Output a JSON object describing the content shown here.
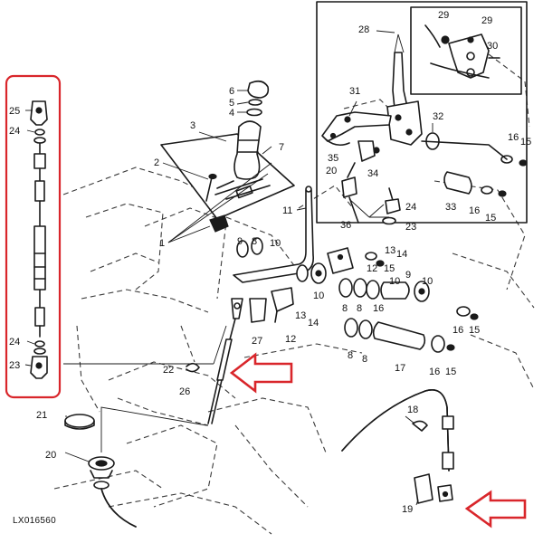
{
  "figure_code": "LX016560",
  "colors": {
    "ink": "#1a1a1a",
    "highlight": "#d9262b",
    "paper": "#ffffff"
  },
  "callouts": {
    "n1": "1",
    "n2": "2",
    "n3": "3",
    "n4": "4",
    "n5": "5",
    "n6": "6",
    "n7": "7",
    "n8": "8",
    "n9": "9",
    "n10": "10",
    "n11": "11",
    "n12": "12",
    "n13": "13",
    "n14": "14",
    "n15": "15",
    "n16": "16",
    "n17": "17",
    "n18": "18",
    "n19": "19",
    "n20": "20",
    "n21": "21",
    "n22": "22",
    "n23": "23",
    "n24": "24",
    "n25": "25",
    "n26": "26",
    "n27": "27",
    "n28": "28",
    "n29": "29",
    "n30": "30",
    "n31": "31",
    "n32": "32",
    "n33": "33",
    "n34": "34",
    "n35": "35",
    "n36": "36"
  }
}
